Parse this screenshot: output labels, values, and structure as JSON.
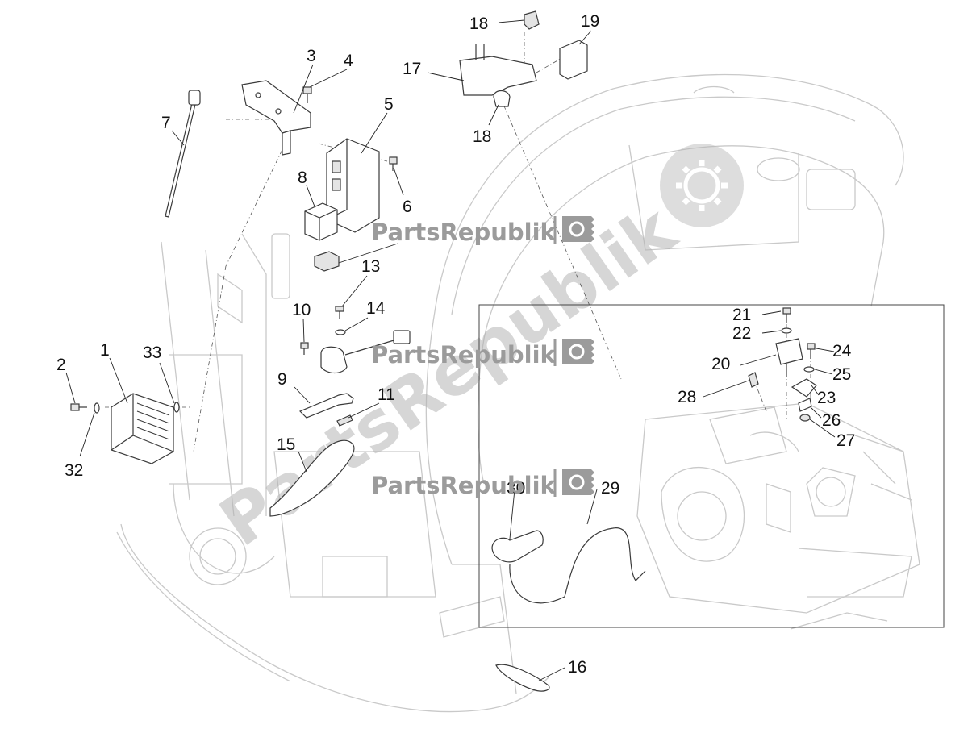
{
  "callouts": [
    "1",
    "2",
    "3",
    "4",
    "5",
    "6",
    "7",
    "8",
    "9",
    "10",
    "11",
    "13",
    "14",
    "15",
    "16",
    "17",
    "18",
    "18",
    "19",
    "20",
    "21",
    "22",
    "23",
    "24",
    "25",
    "26",
    "27",
    "28",
    "29",
    "30",
    "32",
    "33"
  ],
  "watermark": {
    "brand": "PartsRepublik",
    "diagonal": "PartsRepublik"
  },
  "colors": {
    "ghost_outline": "#c9c9c9",
    "part_outline": "#3a3a3a",
    "watermark_gray": "#9b9b9b"
  }
}
